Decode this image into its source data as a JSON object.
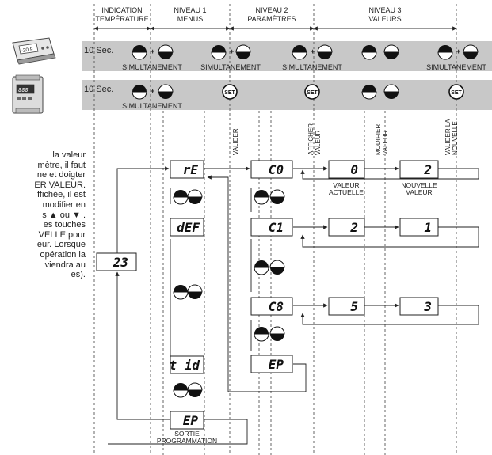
{
  "headers": {
    "col1": [
      "INDICATION",
      "TEMPÉRATURE"
    ],
    "col2": [
      "NIVEAU 1",
      "MENUS"
    ],
    "col3": [
      "NIVEAU 2",
      "PARAMÈTRES"
    ],
    "col4": [
      "NIVEAU 3",
      "VALEURS"
    ]
  },
  "bands": {
    "delay": "10 Sec.",
    "simultaneously": "SIMULTANEMENT",
    "set_label": "SET"
  },
  "vertical_labels": {
    "valider": "VALIDER",
    "afficher": [
      "AFFICHER",
      "VALEUR"
    ],
    "modifier": [
      "MODIFIER",
      "VALEUR"
    ],
    "valider_nouvelle": [
      "VALIDER LA",
      "NOUVELLE"
    ]
  },
  "displays": {
    "temperature": "23",
    "menu_re": "rE",
    "menu_def": "dEF",
    "menu_tid": "t id",
    "menu_ep": "EP",
    "param_c0": "C0",
    "param_c1": "C1",
    "param_c8": "C8",
    "param_ep": "EP",
    "val_c0_current": "0",
    "val_c0_new": "2",
    "val_c1_current": "2",
    "val_c1_new": "1",
    "val_c8_current": "5",
    "val_c8_new": "3"
  },
  "captions": {
    "current_value": [
      "VALEUR",
      "ACTUELLE"
    ],
    "new_value": [
      "NOUVELLE",
      "VALEUR"
    ],
    "exit_programming": [
      "SORTIE",
      "PROGRAMMATION"
    ]
  },
  "description": [
    "la valeur",
    "mètre, il faut",
    "ne et doigter",
    "ER VALEUR.",
    "ffichée, il est",
    "modifier en",
    "s ▲ ou ▼ .",
    "es touches",
    "VELLE pour",
    "eur. Lorsque",
    "opération la",
    "viendra au",
    "es)."
  ],
  "icons": [
    "thermostat-device-icon",
    "din-rail-controller-icon",
    "up-button-icon",
    "down-button-icon",
    "set-button-icon"
  ]
}
